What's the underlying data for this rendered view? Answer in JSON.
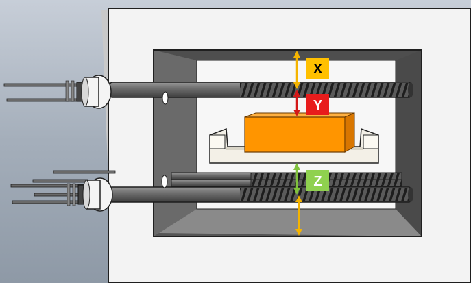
{
  "labels": {
    "x": "X",
    "y": "Y",
    "z": "Z"
  },
  "colors": {
    "background": "#a4aeba",
    "furnace_face": "#f4f4f4",
    "cavity_wall_dark": "#5b5b5b",
    "cavity_wall_mid": "#828282",
    "cavity_back": "#f7f7f7",
    "sample": "#ff9500",
    "crucible": "#f4f1e8",
    "rod": "#6b6b6b",
    "label_x_bg": "#ffc000",
    "label_y_bg": "#e81c1c",
    "label_z_bg": "#8fd14f",
    "arrow_x": "#f5b400",
    "arrow_y": "#d41818",
    "arrow_z": "#80c23c",
    "arrow_bottom": "#f5b400"
  }
}
